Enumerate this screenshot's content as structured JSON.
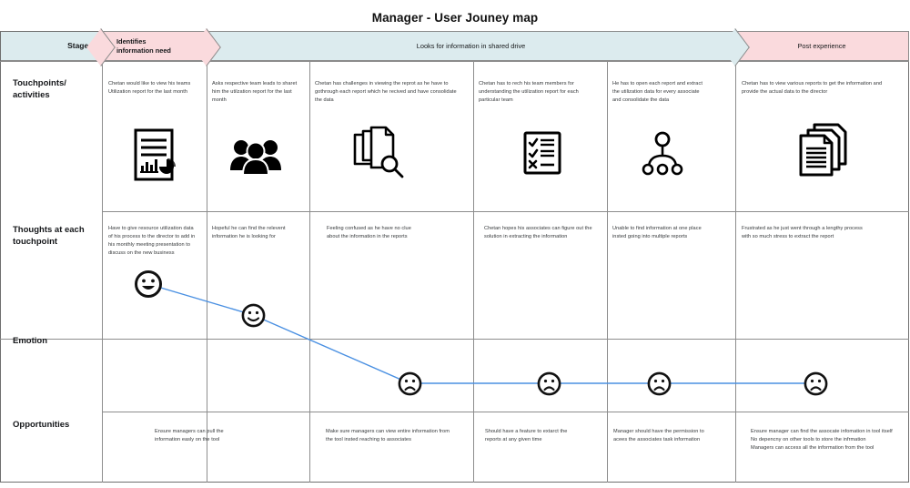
{
  "title": "Manager - User Jouney map",
  "stages": {
    "row_header": "Stages",
    "items": [
      {
        "label": "Identifies\ninformation need",
        "color": "#fadadd",
        "shape": "chevron"
      },
      {
        "label": "Looks for information in shared drive",
        "color": "#dcebee",
        "shape": "chevron"
      },
      {
        "label": "Post experience",
        "color": "#fadadd",
        "shape": "end"
      }
    ]
  },
  "rows": [
    {
      "key": "touchpoints",
      "label": "Touchpoints/\nactivities"
    },
    {
      "key": "thoughts",
      "label": "Thoughts at each\ntouchpoint"
    },
    {
      "key": "emotion",
      "label": "Emotion"
    },
    {
      "key": "opportunities",
      "label": "Opportunities"
    }
  ],
  "columns": [
    {
      "index": 1,
      "touchpoint": "Chetan would like to view his teams\nUtilization report for the last month",
      "icon": "report-chart-document-icon",
      "thought": "Have to give resource utilization data\nof his process to the director to add in\nhis monthly meeting presentation to\ndiscuss on the new business",
      "emotion": "very-happy",
      "opportunity": ""
    },
    {
      "index": 2,
      "touchpoint": "Asks respective team leads to sharet\nhim the utilzation report for the last\nmonth",
      "icon": "people-group-icon",
      "thought": "Hopeful he can find the relevent\ninformation he is looking for",
      "emotion": "happy",
      "opportunity": "Ensure managers can pull the\ninformation easly on the tool"
    },
    {
      "index": 3,
      "touchpoint": "Chetan has challenges in viewing the reprot as he have to\ngothrough each report which he recived and have consolidate\nthe data",
      "icon": "documents-search-icon",
      "thought": "Feeling confused as he have no clue\nabout the information in the reports",
      "emotion": "sad",
      "opportunity": "Make sure managers can view entire information from\nthe tool insted reaching to associates"
    },
    {
      "index": 4,
      "touchpoint": "Chetan has to rech his team members for\nunderstanding the utilization report for each\nparticular team",
      "icon": "checklist-icon",
      "thought": "Chetan hopes his associates can figure out the\nsolution in extracting the information",
      "emotion": "sad",
      "opportunity": "Should have a feature to extarct the\nreports at any given time"
    },
    {
      "index": 5,
      "touchpoint": "He has to open each report and extract\nthe utilization data for every associate\nand consolidate the data",
      "icon": "org-hierarchy-icon",
      "thought": "Unable to find information at one place\ninsted going into multiple reports",
      "emotion": "sad",
      "opportunity": "Manager should have the permission to\nacees the associates task information"
    },
    {
      "index": 6,
      "touchpoint": "Chetan has to view various reports to get the information and\nprovide the actual data to the director",
      "icon": "documents-stack-icon",
      "thought": "Frustrated as he just went through a lengthy process\nwith so much stress to extract the report",
      "emotion": "sad",
      "opportunity": "Ensure manager can find the assocate infomation in tool itself\nNo depencny on other tools to store the infrmation\nManagers can access all the information from the tool"
    }
  ],
  "chart_data": {
    "type": "line",
    "title": "Emotion",
    "categories": [
      "1",
      "2",
      "3",
      "4",
      "5",
      "6"
    ],
    "values": [
      5,
      4,
      2,
      2,
      2,
      2
    ],
    "point_labels": [
      "very-happy",
      "happy",
      "sad",
      "sad",
      "sad",
      "sad"
    ],
    "line_color": "#4a90e2",
    "ylabel": "Emotion",
    "xlabel": "",
    "grid": true,
    "legend": "none"
  },
  "colors": {
    "stage_pink": "#fadadd",
    "stage_blue": "#dcebee",
    "line_blue": "#4a90e2",
    "grid_gray": "#8d8d8d",
    "text_dark": "#15171a",
    "text_body": "#333638"
  }
}
